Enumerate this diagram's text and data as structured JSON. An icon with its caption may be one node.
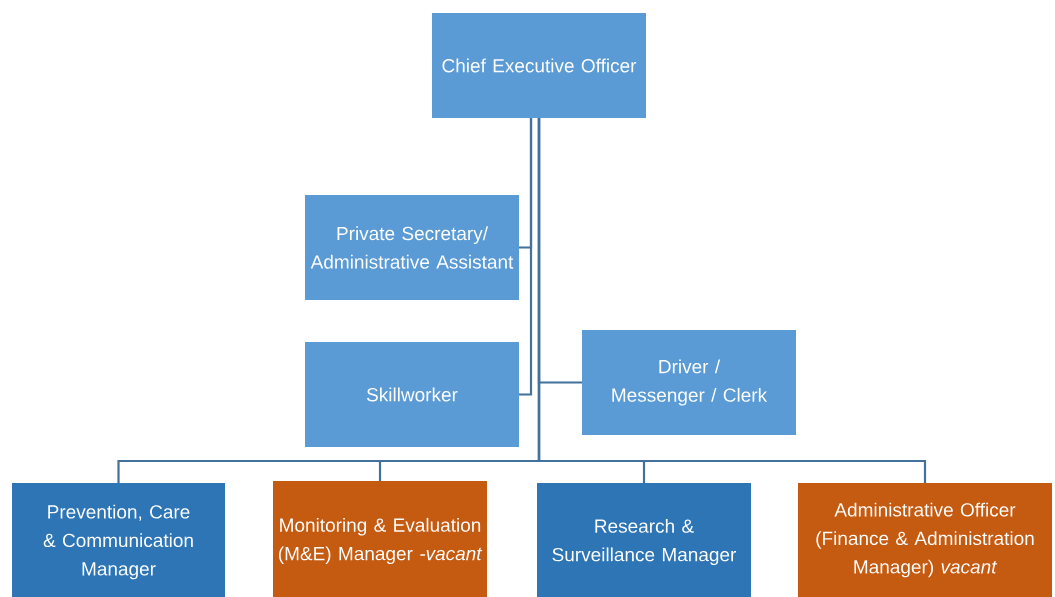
{
  "diagram": {
    "nodes": [
      {
        "text": [
          "Chief Executive Officer"
        ]
      },
      {
        "text": [
          "Private Secretary/ Administrative Assistant"
        ]
      },
      {
        "text": [
          "Skillworker"
        ]
      },
      {
        "text": [
          "Driver / Messenger / Clerk"
        ]
      },
      {
        "text": [
          "Prevention, Care & Communication Manager"
        ]
      },
      {
        "text": [
          "Monitoring & Evaluation (M&E) Manager *-vacant*"
        ]
      },
      {
        "text": [
          "Research & Surveillance Manager"
        ]
      },
      {
        "text": [
          "Administrative Officer (Finance & Administration Manager) *vacant*"
        ]
      }
    ],
    "edges": [
      {
        "from": 0,
        "to": 1,
        "arrow": "none"
      },
      {
        "from": 0,
        "to": 2,
        "arrow": "none"
      },
      {
        "from": 0,
        "to": 3,
        "arrow": "none"
      },
      {
        "from": 0,
        "to": 4,
        "arrow": "none"
      },
      {
        "from": 0,
        "to": 5,
        "arrow": "none"
      },
      {
        "from": 0,
        "to": 6,
        "arrow": "none"
      },
      {
        "from": 0,
        "to": 7,
        "arrow": "none"
      }
    ]
  }
}
